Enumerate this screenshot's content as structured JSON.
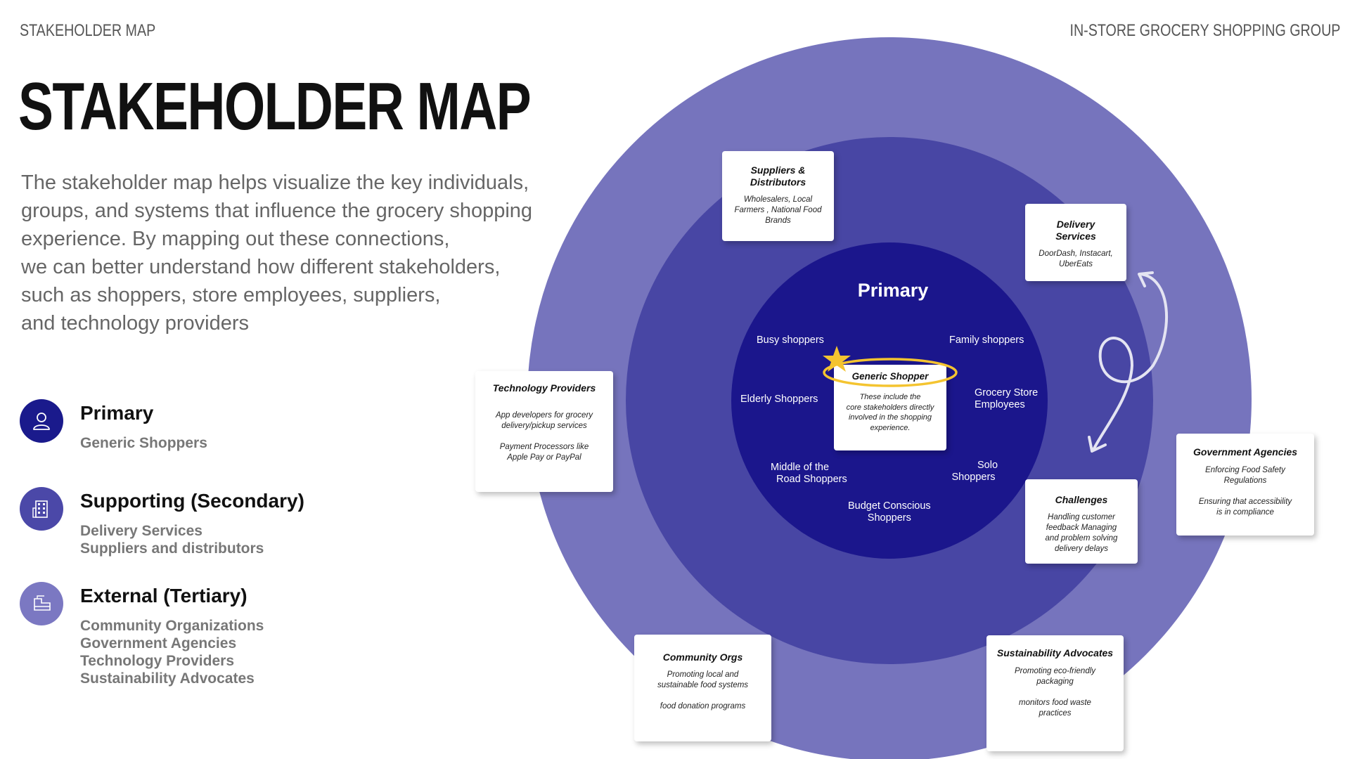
{
  "header": {
    "left": "STAKEHOLDER MAP",
    "right": "IN-STORE GROCERY SHOPPING GROUP"
  },
  "title": "STAKEHOLDER MAP",
  "description_lines": [
    "The stakeholder map helps visualize the key individuals,",
    "groups, and systems that influence the grocery shopping",
    "experience. By mapping out these connections,",
    "we can better understand how different stakeholders,",
    "such as shoppers, store employees, suppliers,",
    "and technology providers"
  ],
  "legend": [
    {
      "title": "Primary",
      "items": [
        "Generic Shoppers"
      ],
      "icon": "person-icon",
      "color": "#1a1a8c"
    },
    {
      "title": "Supporting (Secondary)",
      "items": [
        "Delivery Services",
        "Suppliers and distributors"
      ],
      "icon": "building-icon",
      "color": "#4b48a8"
    },
    {
      "title": "External (Tertiary)",
      "items": [
        "Community Organizations",
        "Government Agencies",
        "Technology Providers",
        "Sustainability Advocates"
      ],
      "icon": "network-icon",
      "color": "#7b78c2"
    }
  ],
  "diagram": {
    "colors": {
      "outer": "#7674bd",
      "middle": "#4846a4",
      "inner": "#1b168c"
    },
    "primary_heading": "Primary",
    "primary_labels": {
      "busy": "Busy shoppers",
      "family": "Family shoppers",
      "elderly": "Elderly Shoppers",
      "grocery": [
        "Grocery Store",
        "Employees"
      ],
      "middle": [
        "Middle of the",
        "Road Shoppers"
      ],
      "solo": [
        "Solo",
        "Shoppers"
      ],
      "budget": [
        "Budget Conscious",
        "Shoppers"
      ]
    },
    "center_card": {
      "title": "Generic Shopper",
      "body": [
        "These include the",
        "core stakeholders directly",
        "involved in the shopping",
        "experience."
      ]
    },
    "cards": {
      "suppliers": {
        "title": [
          "Suppliers &",
          "Distributors"
        ],
        "body": [
          "Wholesalers, Local",
          "Farmers , National Food",
          "Brands"
        ]
      },
      "delivery": {
        "title": [
          "Delivery",
          "Services"
        ],
        "body": [
          "DoorDash, Instacart,",
          "UberEats"
        ]
      },
      "technology": {
        "title": [
          "Technology Providers"
        ],
        "body": [
          "App developers for grocery",
          "delivery/pickup services",
          "",
          "Payment Processors like",
          "Apple Pay or PayPal"
        ]
      },
      "government": {
        "title": [
          "Government Agencies"
        ],
        "body": [
          "Enforcing Food Safety",
          "Regulations",
          "",
          "Ensuring that accessibility",
          "is in compliance"
        ]
      },
      "challenges": {
        "title": [
          "Challenges"
        ],
        "body": [
          "Handling customer",
          "feedback Managing",
          "and problem solving",
          "delivery delays"
        ]
      },
      "community": {
        "title": [
          "Community Orgs"
        ],
        "body": [
          "Promoting local and",
          "sustainable food systems",
          "",
          "food donation programs"
        ]
      },
      "sustainability": {
        "title": [
          "Sustainability Advocates"
        ],
        "body": [
          "Promoting eco-friendly",
          "packaging",
          "",
          "monitors food waste",
          "practices"
        ]
      }
    }
  }
}
